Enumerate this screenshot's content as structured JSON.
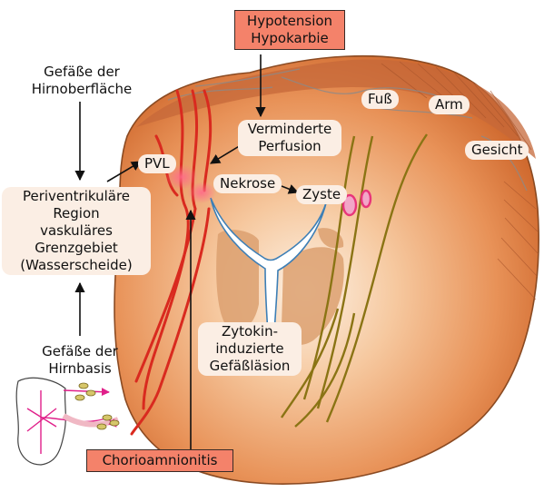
{
  "labels": {
    "hypotension": "Hypotension",
    "hypokarbie": "Hypokarbie",
    "gefaesse_oberflaeche_1": "Gefäße der",
    "gefaesse_oberflaeche_2": "Hirnoberfläche",
    "verminderte": "Verminderte",
    "perfusion": "Perfusion",
    "pvl": "PVL",
    "nekrose": "Nekrose",
    "zyste": "Zyste",
    "fuss": "Fuß",
    "arm": "Arm",
    "gesicht": "Gesicht",
    "region_1": "Periventrikuläre",
    "region_2": "Region",
    "region_3": "vaskuläres",
    "region_4": "Grenzgebiet",
    "region_5": "(Wasserscheide)",
    "gefaesse_basis_1": "Gefäße der",
    "gefaesse_basis_2": "Hirnbasis",
    "zytokin_1": "Zytokin-",
    "zytokin_2": "induzierte",
    "zytokin_3": "Gefäßläsion",
    "chorio": "Chorioamnionitis"
  },
  "colors": {
    "brain_outer": "#d9773e",
    "brain_inner": "#f7d3b2",
    "vessel": "#d92a1f",
    "tract": "#8a7414",
    "ventricle": "#3d7fb6",
    "cyst": "#e8357a",
    "label_box": "#f4826a",
    "pill_bg": "#fbeee4"
  }
}
